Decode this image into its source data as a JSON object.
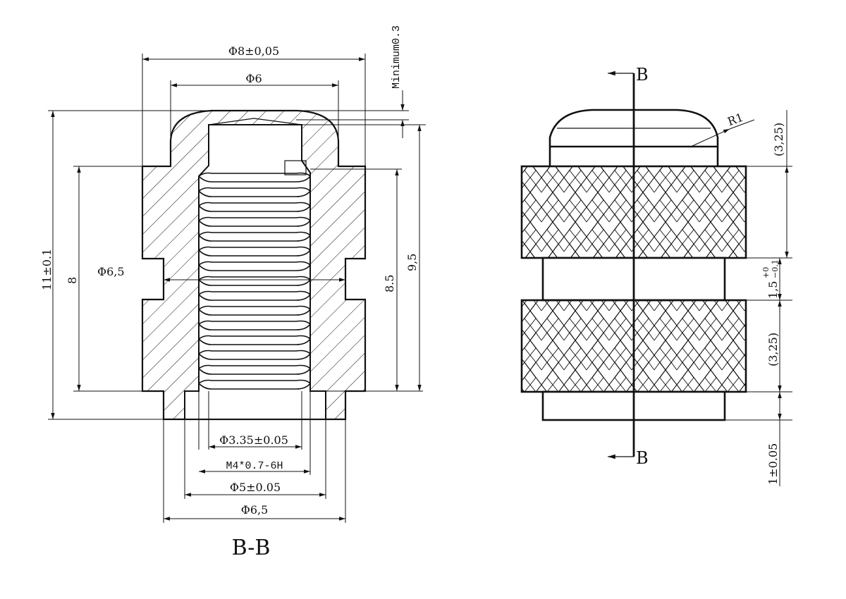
{
  "section": {
    "label": "B-B",
    "marker_top": "B",
    "marker_bottom": "B"
  },
  "dimensions": {
    "outer_diameter": "Φ8±0,05",
    "top_diameter": "Φ6",
    "minimum": "Minimum0.3",
    "groove_diameter": "Φ6,5",
    "total_height": "11±0.1",
    "knurl_height": "8",
    "thread_depth": "8.5",
    "bore_depth": "9,5",
    "drill_diameter": "Φ3.35±0.05",
    "thread_spec": "M4*0.7-6H",
    "counterbore_diameter": "Φ5±0.05",
    "base_diameter": "Φ6,5",
    "radius": "R1",
    "top_knurl_len": "(3,25)",
    "groove_len": "1,5",
    "groove_tol_upper": "+0",
    "groove_tol_lower": "−0.1",
    "bottom_knurl_len": "(3,25)",
    "base_len": "1±0.05"
  }
}
